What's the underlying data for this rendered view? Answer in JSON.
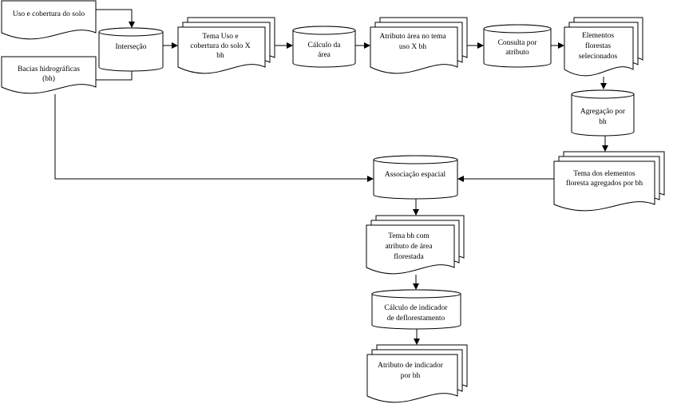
{
  "nodes": {
    "uso_cobertura": {
      "type": "document",
      "lines": [
        "Uso e cobertura do solo"
      ]
    },
    "bacias": {
      "type": "document",
      "lines": [
        "Bacias hidrográficas",
        "(bh)"
      ]
    },
    "intersecao": {
      "type": "process",
      "lines": [
        "Interseção"
      ]
    },
    "tema_uso": {
      "type": "multidocument",
      "lines": [
        "Tema Uso e",
        "cobertura do solo X",
        "bh"
      ]
    },
    "calculo_area": {
      "type": "process",
      "lines": [
        "Cálculo da",
        "área"
      ]
    },
    "atributo_area": {
      "type": "multidocument",
      "lines": [
        "Atributo área no tema",
        "uso X bh"
      ]
    },
    "consulta": {
      "type": "process",
      "lines": [
        "Consulta por",
        "atributo"
      ]
    },
    "elementos": {
      "type": "multidocument",
      "lines": [
        "Elementos",
        "florestas",
        "selecionados"
      ]
    },
    "agregacao": {
      "type": "process",
      "lines": [
        "Agregação por",
        "bh"
      ]
    },
    "tema_elementos": {
      "type": "multidocument",
      "lines": [
        "Tema dos elementos",
        "floresta agregados por bh"
      ]
    },
    "associacao": {
      "type": "process",
      "lines": [
        "Associação espacial"
      ]
    },
    "tema_bh": {
      "type": "multidocument",
      "lines": [
        "Tema bh com",
        "atributo de área",
        "florestada"
      ]
    },
    "calculo_indicador": {
      "type": "process",
      "lines": [
        "Cálculo de indicador",
        "de deflorestamento"
      ]
    },
    "atributo_indicador": {
      "type": "multidocument",
      "lines": [
        "Atributo de indicador",
        "por bh"
      ]
    }
  }
}
